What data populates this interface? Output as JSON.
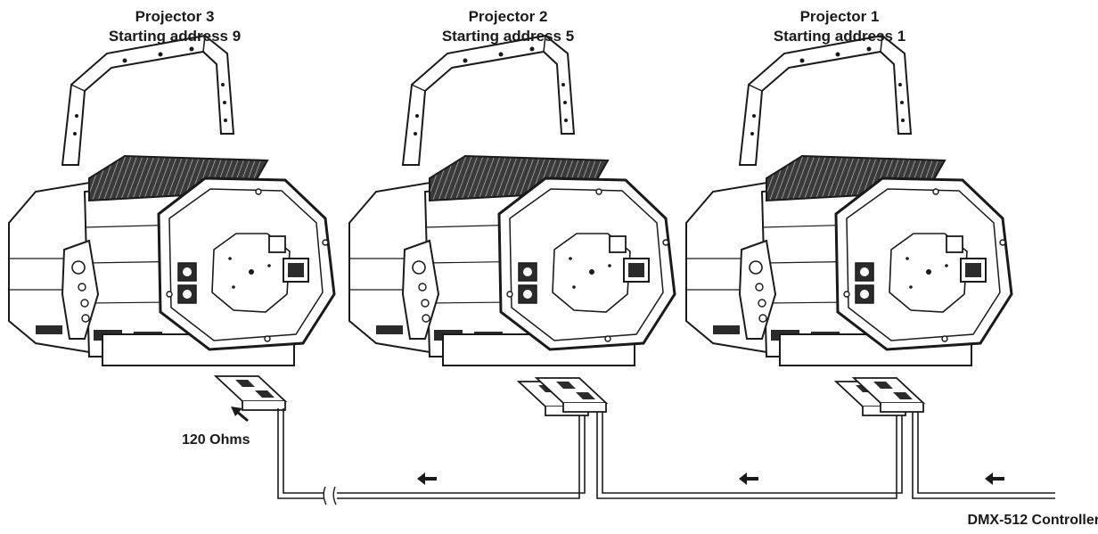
{
  "projectors": [
    {
      "name": "Projector 3",
      "address": "Starting address 9"
    },
    {
      "name": "Projector 2",
      "address": "Starting address 5"
    },
    {
      "name": "Projector 1",
      "address": "Starting address 1"
    }
  ],
  "terminator_label": "120 Ohms",
  "controller_label": "DMX-512 Controller",
  "colors": {
    "line": "#1a1a1a",
    "fill": "#ffffff",
    "dark": "#2b2b2b"
  }
}
